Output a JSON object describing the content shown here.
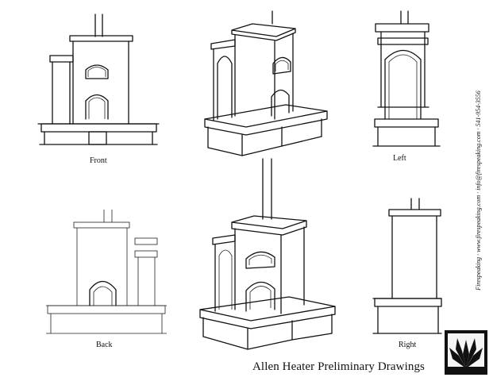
{
  "title": "Allen Heater Preliminary Drawings",
  "views": {
    "front": "Front",
    "left": "Left",
    "back": "Back",
    "right": "Right"
  },
  "contact": "Firespeaking  ·  www.firespeaking.com  ·  info@firespeaking.com  ·  541-954-3556",
  "logo_icon": "firespeaking-logo-icon"
}
